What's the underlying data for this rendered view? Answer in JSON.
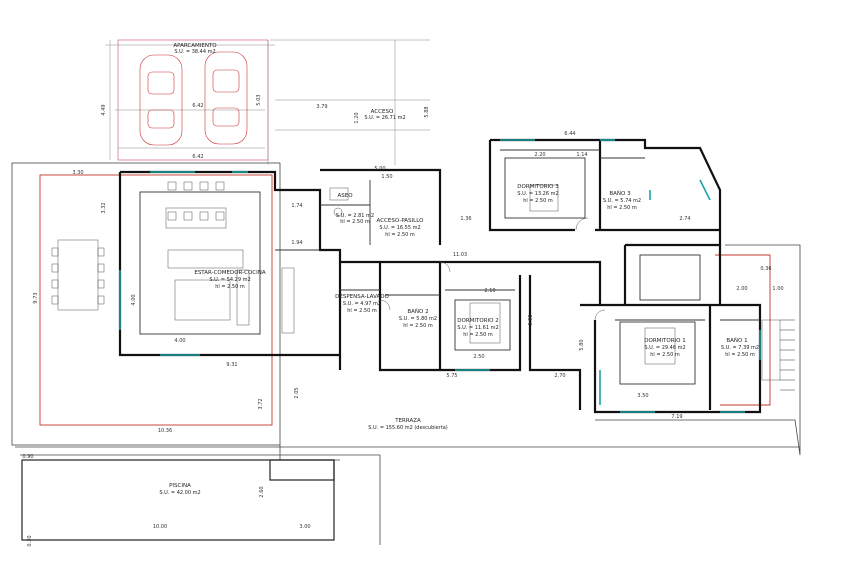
{
  "rooms": {
    "aparcamiento": {
      "name": "APARCAMIENTO",
      "area": "S.U. = 38.44 m2"
    },
    "acceso": {
      "name": "ACCESO",
      "area": "S.U. = 26.71 m2"
    },
    "estar": {
      "name": "ESTAR-COMEDOR-COCINA",
      "area": "S.U. = 54.29 m2",
      "height": "hl = 2.50 m"
    },
    "aseo": {
      "name": "ASEO",
      "area": "S.U. = 2.81 m2",
      "height": "hl = 2.50 m"
    },
    "acceso_pasillo": {
      "name": "ACCESO-PASILLO",
      "area": "S.U. = 16.55 m2",
      "height": "hl = 2.50 m"
    },
    "despensa": {
      "name": "DESPENSA-LAVADO",
      "area": "S.U. = 4.97 m2",
      "height": "hl = 2.50 m"
    },
    "bano2": {
      "name": "BAÑO 2",
      "area": "S.U. = 5.80 m2",
      "height": "hl = 2.50 m"
    },
    "dormitorio2": {
      "name": "DORMITORIO 2",
      "area": "S.U. = 11.61 m2",
      "height": "hl = 2.50 m"
    },
    "dormitorio3": {
      "name": "DORMITORIO 3",
      "area": "S.U. = 13.26 m2",
      "height": "hl = 2.50 m"
    },
    "bano3": {
      "name": "BAÑO 3",
      "area": "S.U. = 5.74 m2",
      "height": "hl = 2.50 m"
    },
    "dormitorio1": {
      "name": "DORMITORIO 1",
      "area": "S.U. = 29.46 m2",
      "height": "hl = 2.50 m"
    },
    "bano1": {
      "name": "BAÑO 1",
      "area": "S.U. = 7.39 m2",
      "height": "hl = 2.50 m"
    },
    "terraza": {
      "name": "TERRAZA",
      "area": "S.U. = 155.60 m2 (descubierta)"
    },
    "piscina": {
      "name": "PISCINA",
      "area": "S.U. = 42.00 m2"
    }
  },
  "dimensions": {
    "d642_top": "6.42",
    "d642_bot": "6.42",
    "d449": "4.49",
    "d503": "5.03",
    "d379": "3.79",
    "d588": "5.88",
    "d120": "1.20",
    "d644": "6.44",
    "d330": "3.30",
    "d332": "3.32",
    "d973": "9.73",
    "d400v": "4.00",
    "d400h": "4.00",
    "d931": "9.31",
    "d1036": "10.36",
    "d1000": "10.00",
    "d090": "0.90",
    "d1103": "11.03",
    "d575": "5.75",
    "d270": "2.70",
    "d719": "7.19",
    "d274": "2.74",
    "d500": "5.00",
    "d150": "1.50",
    "d174": "1.74",
    "d194": "1.94",
    "d136": "1.36",
    "d220": "2.20",
    "d114": "1.14",
    "d250": "2.50",
    "d350": "3.50",
    "d372": "3.72",
    "d205": "2.05",
    "d300": "3.00",
    "d200": "2.00",
    "d100": "1.00",
    "d260": "2.60",
    "d210": "2.10",
    "d580": "5.80",
    "d398": "3.98",
    "d036": "0.36",
    "d030": "0.30"
  }
}
